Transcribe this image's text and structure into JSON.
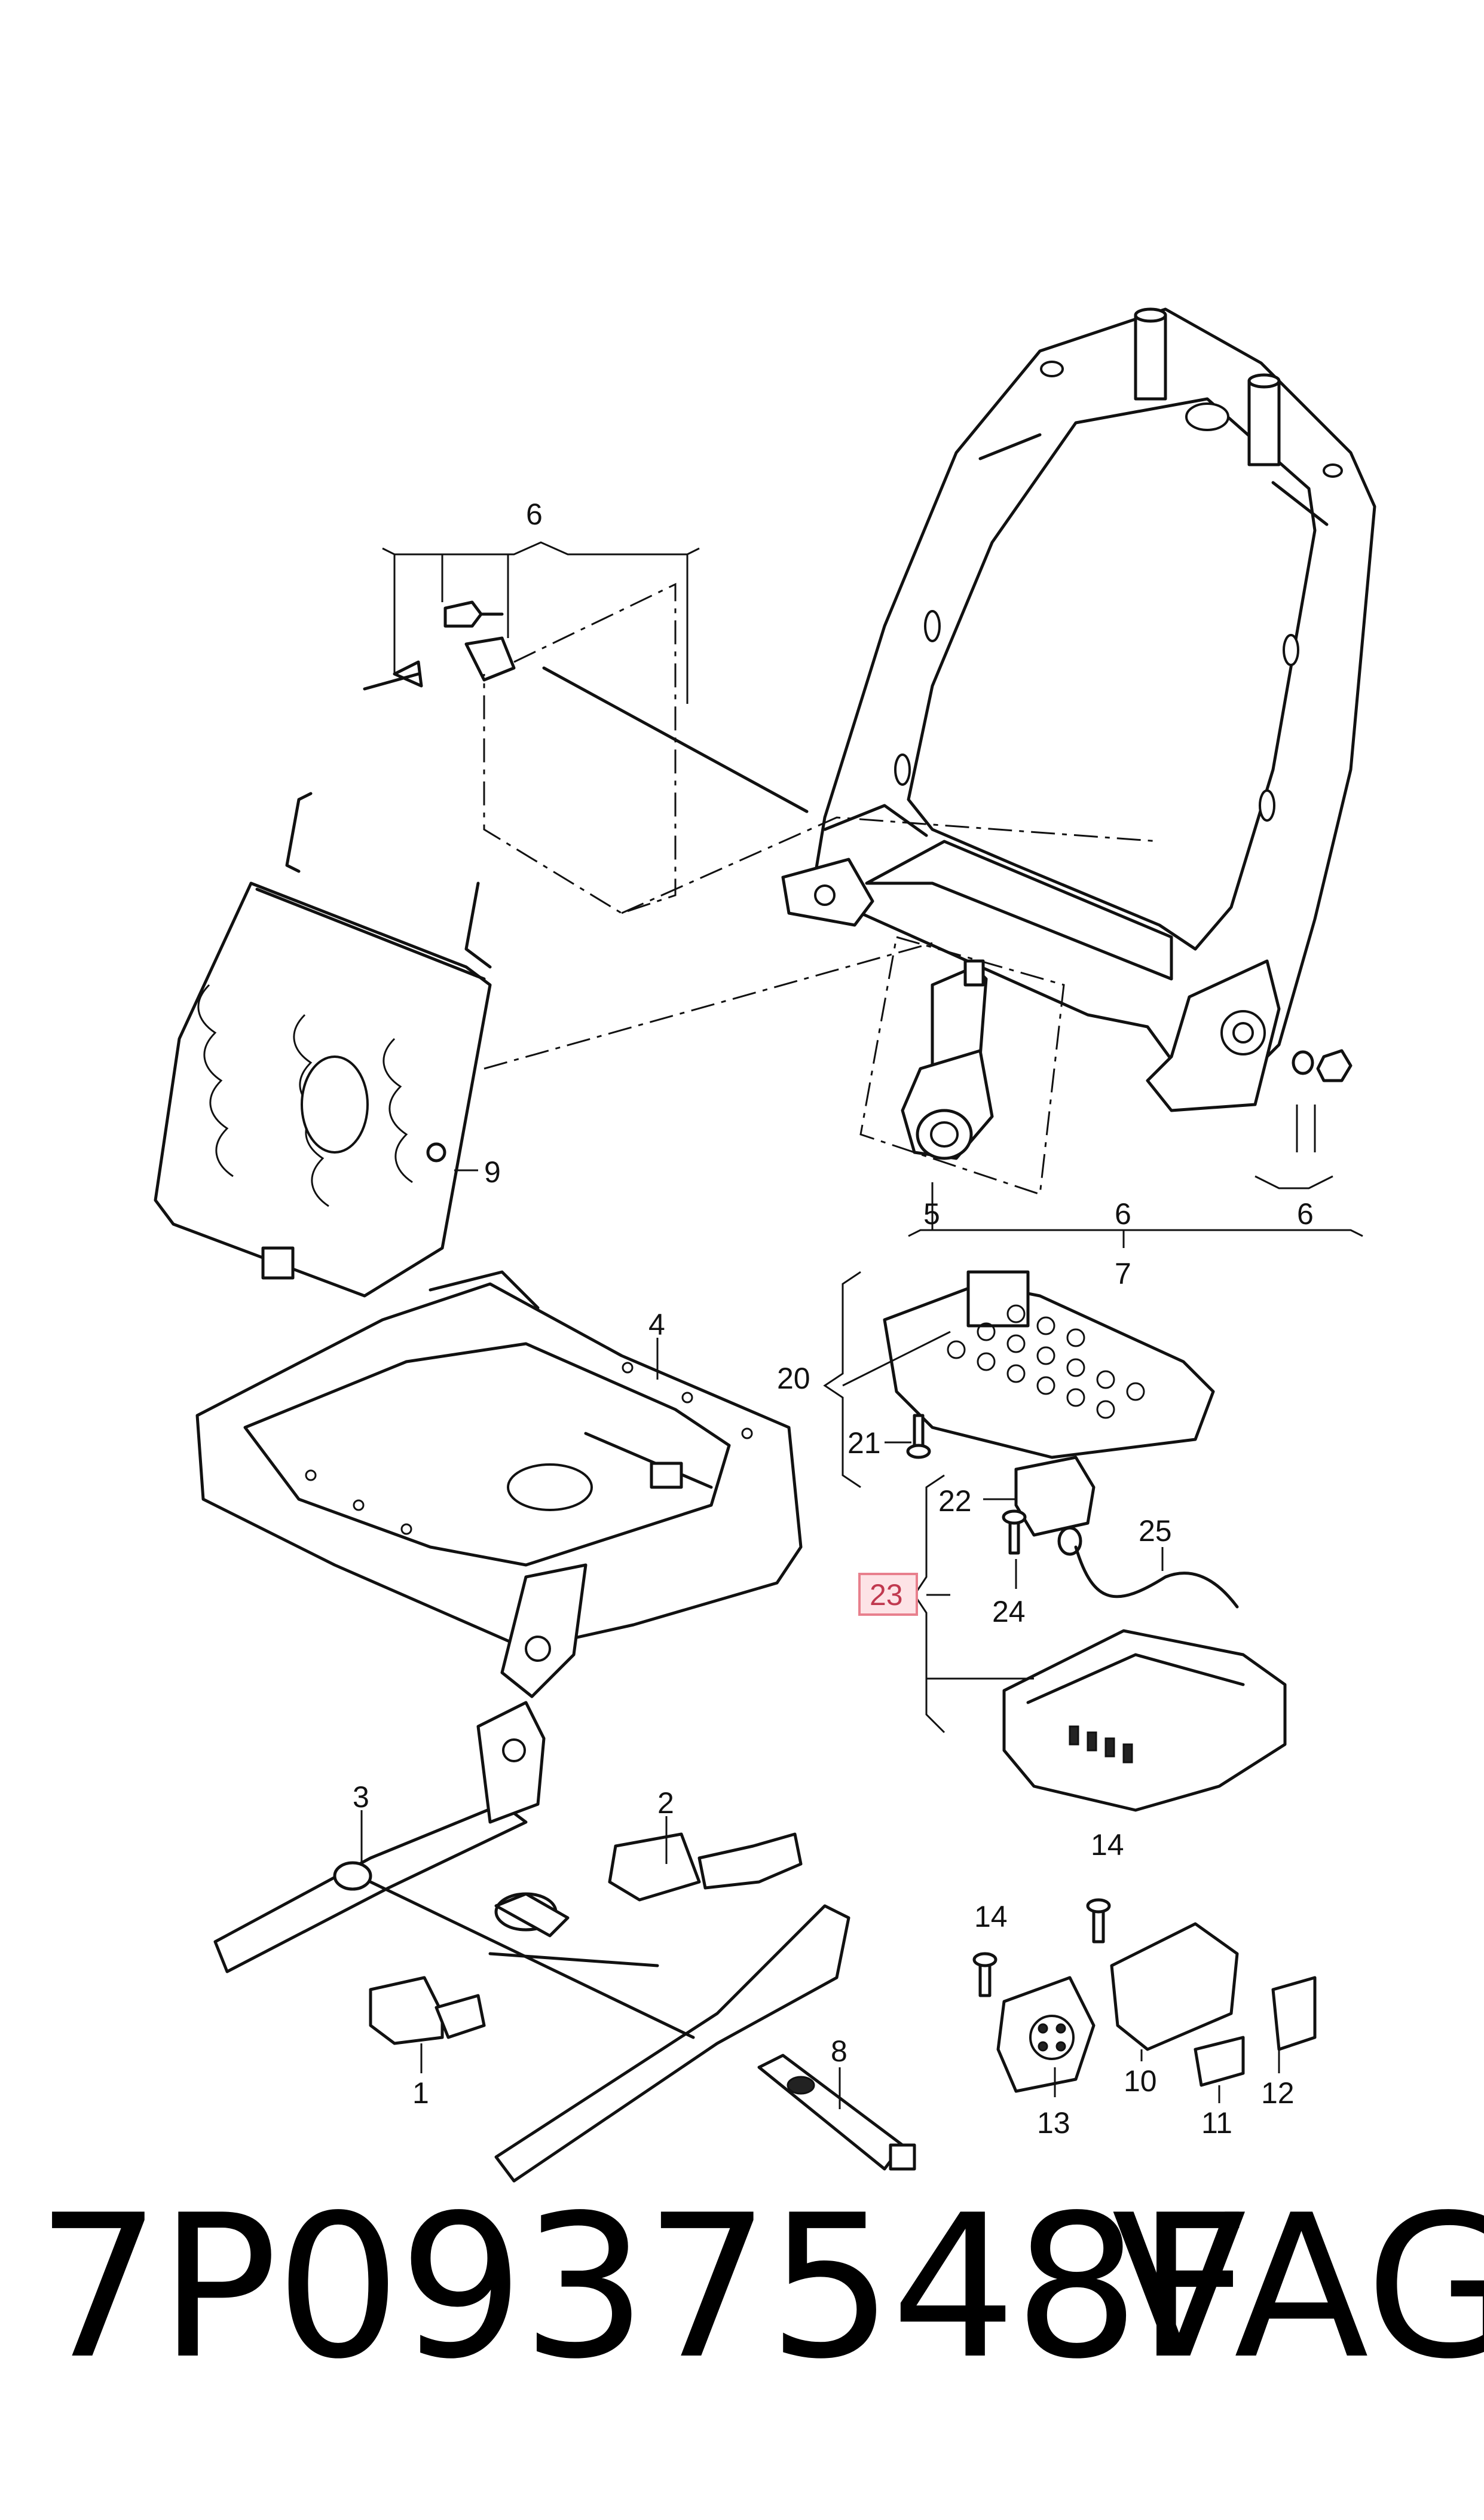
{
  "diagram": {
    "callouts": {
      "c1": "1",
      "c2": "2",
      "c3": "3",
      "c4": "4",
      "c5": "5",
      "c6_top": "6",
      "c6_mid": "6",
      "c6_right": "6",
      "c7": "7",
      "c8": "8",
      "c9": "9",
      "c10": "10",
      "c11": "11",
      "c12": "12",
      "c13": "13",
      "c14_a": "14",
      "c14_b": "14",
      "c20": "20",
      "c21": "21",
      "c22": "22",
      "c23": "23",
      "c24": "24",
      "c25": "25"
    },
    "highlighted_part": "23",
    "highlight_color": "#fde3e6"
  },
  "footer": {
    "part_number": "7P0937548F",
    "brand": "VAG"
  }
}
